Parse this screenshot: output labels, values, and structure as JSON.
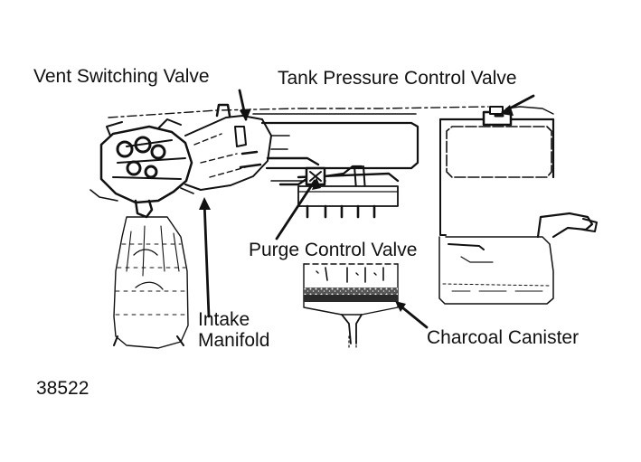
{
  "labels": {
    "vent_switching_valve": "Vent Switching Valve",
    "tank_pressure_control_valve": "Tank Pressure Control Valve",
    "purge_control_valve": "Purge Control Valve",
    "intake_manifold_line1": "Intake",
    "intake_manifold_line2": "Manifold",
    "charcoal_canister": "Charcoal Canister"
  },
  "figure_number": "38522",
  "colors": {
    "ink": "#111111",
    "background": "#ffffff",
    "charcoal_fill": "#2a2a2a"
  }
}
